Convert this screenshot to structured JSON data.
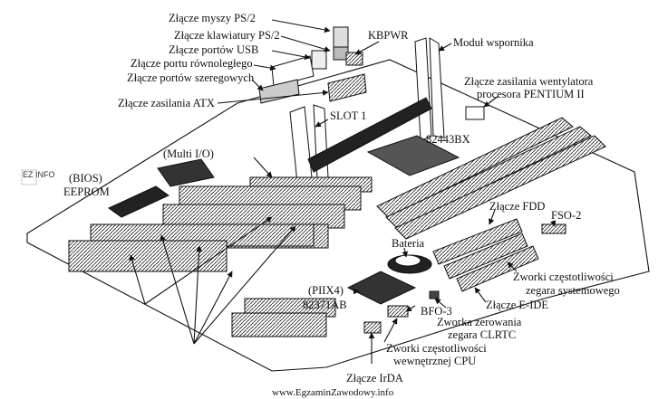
{
  "labels": {
    "mouse_ps2": "Złącze myszy PS/2",
    "keyboard_ps2": "Złącze klawiatury PS/2",
    "usb": "Złącze portów USB",
    "parallel": "Złącze portu równoległego",
    "serial": "Złącze portów szeregowych",
    "atx_power": "Złącze zasilania ATX",
    "kbpwr": "KBPWR",
    "bracket": "Moduł wspornika",
    "fan_power_1": "Złącze zasilania wentylatora",
    "fan_power_2": "procesora PENTIUM II",
    "slot1": "SLOT 1",
    "chipset": "82443BX",
    "multi_io": "(Multi I/O)",
    "bios_1": "(BIOS)",
    "bios_2": "EEPROM",
    "fdd": "Złącze FDD",
    "fso": "FSO-2",
    "battery": "Bateria",
    "sys_clock_1": "Zworki częstotliwości",
    "sys_clock_2": "zegara systemowego",
    "piix4_1": "(PIIX4)",
    "piix4_2": "82371AB",
    "eide": "Złącze E-IDE",
    "bfo": "BFO-3",
    "clrtc_1": "Zworka zerowania",
    "clrtc_2": "zegara CLRTC",
    "cpu_clock_1": "Zworki częstotliwości",
    "cpu_clock_2": "wewnętrznej CPU",
    "irda": "Złącze IrDA",
    "mark": "EZ INFO"
  },
  "footer": "www.EgzaminZawodowy.info"
}
